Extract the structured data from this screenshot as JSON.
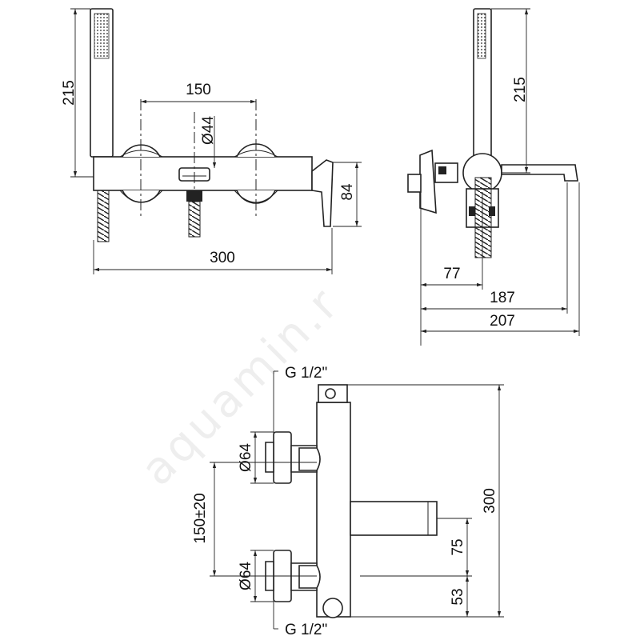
{
  "watermark": "aquamin.r",
  "front_view": {
    "dim_hand_shower_height": "215",
    "dim_center_distance": "150",
    "dim_diameter": "Ø44",
    "dim_height": "84",
    "dim_total_width": "300"
  },
  "side_view": {
    "dim_hand_shower_height": "215",
    "dim_depth_a": "77",
    "dim_depth_b": "187",
    "dim_depth_c": "207"
  },
  "top_view": {
    "thread_top": "G 1/2\"",
    "thread_bottom": "G 1/2\"",
    "dim_diameter_top": "Ø64",
    "dim_diameter_bottom": "Ø64",
    "dim_connection_spacing": "150±20",
    "dim_total_length": "300",
    "dim_spout_offset": "75",
    "dim_base_offset": "53"
  }
}
